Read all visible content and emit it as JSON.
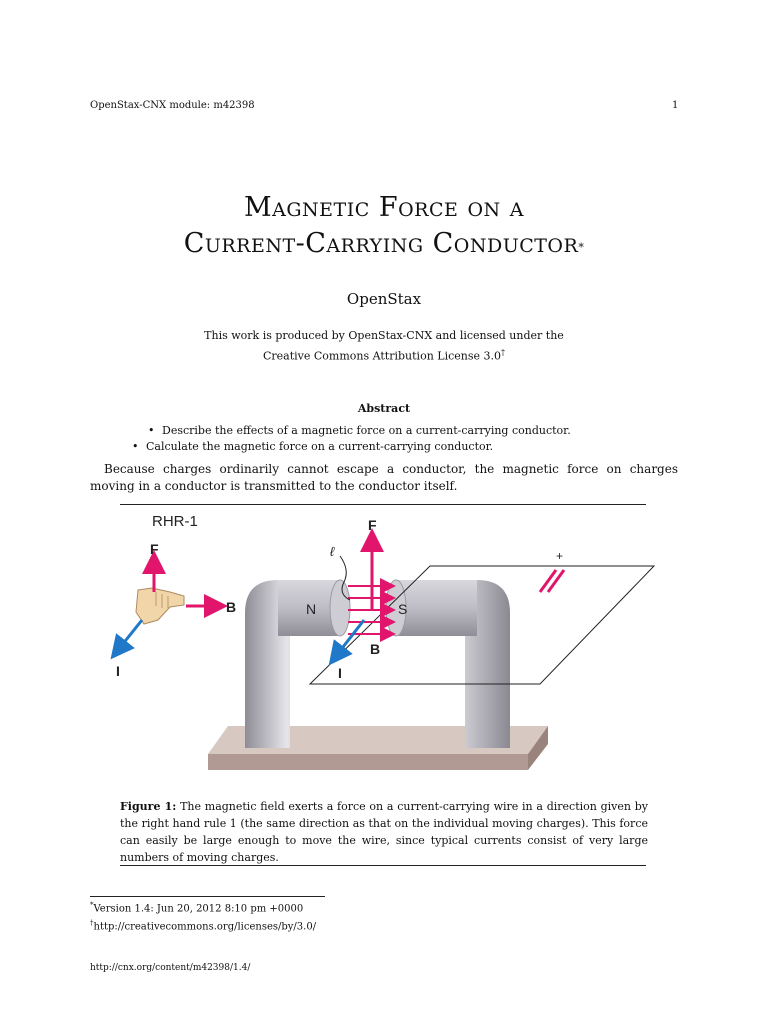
{
  "header": {
    "module": "OpenStax-CNX module: m42398",
    "page_number": "1"
  },
  "title": {
    "line1": "Magnetic Force on a",
    "line2": "Current-Carrying Conductor",
    "mark": "*"
  },
  "author": "OpenStax",
  "license": {
    "line1": "This work is produced by OpenStax-CNX and licensed under the",
    "line2": "Creative Commons Attribution License 3.0",
    "mark": "†"
  },
  "abstract": {
    "title": "Abstract",
    "items": [
      "Describe the effects of a magnetic force on a current-carrying conductor.",
      "Calculate the magnetic force on a current-carrying conductor."
    ]
  },
  "body_text": "Because charges ordinarily cannot escape a conductor, the magnetic force on charges moving in a conductor is transmitted to the conductor itself.",
  "figure": {
    "rhr_label": "RHR-1",
    "hand_labels": {
      "f": "F",
      "b": "B",
      "i": "I"
    },
    "magnet_labels": {
      "n": "N",
      "s": "S"
    },
    "wire_labels": {
      "f": "F",
      "b": "B",
      "i": "I",
      "length": "ℓ",
      "plus": "+"
    },
    "colors": {
      "force": "#e0156b",
      "current": "#1f78c8",
      "magnet": "#b9b7bf",
      "base": "#c2aea8"
    },
    "caption_label": "Figure 1:",
    "caption_text": "The magnetic field exerts a force on a current-carrying wire in a direction given by the right hand rule 1 (the same direction as that on the individual moving charges). This force can easily be large enough to move the wire, since typical currents consist of very large numbers of moving charges."
  },
  "footnotes": [
    {
      "mark": "*",
      "text": "Version 1.4: Jun 20, 2012 8:10 pm +0000"
    },
    {
      "mark": "†",
      "text": "http://creativecommons.org/licenses/by/3.0/"
    }
  ],
  "footer_url": "http://cnx.org/content/m42398/1.4/"
}
